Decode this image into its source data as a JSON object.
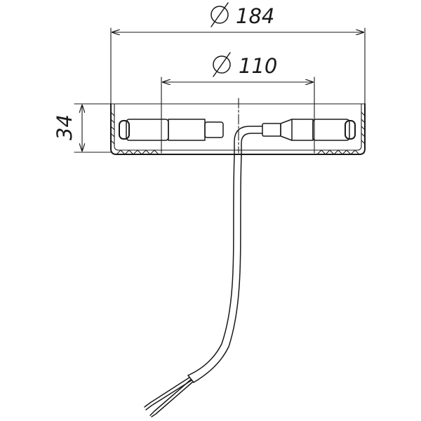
{
  "dimensions": {
    "outer_diameter": {
      "symbol": "Ø",
      "value": "184"
    },
    "inner_diameter": {
      "symbol": "Ø",
      "value": "110"
    },
    "height": {
      "value": "34"
    }
  },
  "colors": {
    "line": "#1a1a1a",
    "background": "#ffffff"
  }
}
